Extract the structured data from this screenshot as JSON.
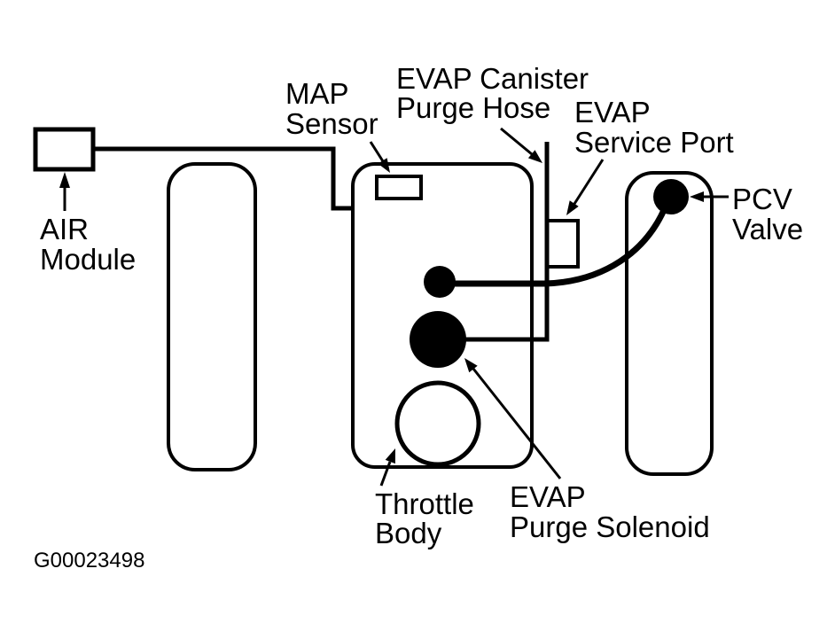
{
  "diagram": {
    "labels": {
      "air_module": [
        "AIR",
        "Module"
      ],
      "map_sensor": [
        "MAP",
        "Sensor"
      ],
      "evap_canister_purge_hose": [
        "EVAP Canister",
        "Purge Hose"
      ],
      "evap_service_port": [
        "EVAP",
        "Service Port"
      ],
      "pcv_valve": [
        "PCV",
        "Valve"
      ],
      "throttle_body": [
        "Throttle",
        "Body"
      ],
      "evap_purge_solenoid": [
        "EVAP",
        "Purge Solenoid"
      ]
    },
    "figure_id": "G00023498"
  },
  "colors": {
    "line": "#000000",
    "background": "#ffffff"
  }
}
